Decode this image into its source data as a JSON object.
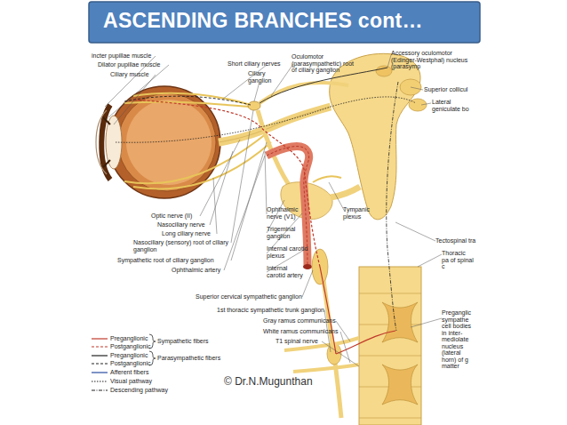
{
  "diagram": {
    "title": "ASCENDING BRANCHES  cont…",
    "labels": [
      "incter pupillae muscle",
      "Dilator pupillae muscle",
      "Ciliary muscle",
      "Short ciliary nerves",
      "Ciliary ganglion",
      "Oculomotor (parasympathetic) root of ciliary ganglion",
      "Accessory oculomotor (Edinger-Westphal) nucleus (parasymp",
      "Superior collicul",
      "Lateral geniculate bo",
      "Optic nerve (II)",
      "Nasociliary nerve",
      "Long ciliary nerve",
      "Nasociliary (sensory) root of ciliary ganglion",
      "Sympathetic root of ciliary ganglion",
      "Ophthalmic artery",
      "Ophthalmic nerve (V1)",
      "Trigeminal ganglion",
      "Internal carotid plexus",
      "Internal carotid artery",
      "Tympanic plexus",
      "Tectospinal tra",
      "Thoracic pa of spinal c",
      "Superior cervical sympathetic ganglion",
      "1st thoracic sympathetic trunk ganglion",
      "Gray ramus communicans",
      "White ramus communicans",
      "T1 spinal nerve",
      "Preganglic sympathe cell bodies in inter- mediolate nucleus (lateral horn) of g matter",
      "Sympathetic fibers",
      "Parasympathetic fibers",
      "© Dr.N.Mugunthan"
    ],
    "legend": [
      {
        "text": "Preganglionic"
      },
      {
        "text": "Postganglionic"
      },
      {
        "text": "Preganglionic"
      },
      {
        "text": "Postganglionic"
      },
      {
        "text": "Afferent fibers"
      },
      {
        "text": "Visual pathway"
      },
      {
        "text": "Descending pathway"
      }
    ]
  }
}
